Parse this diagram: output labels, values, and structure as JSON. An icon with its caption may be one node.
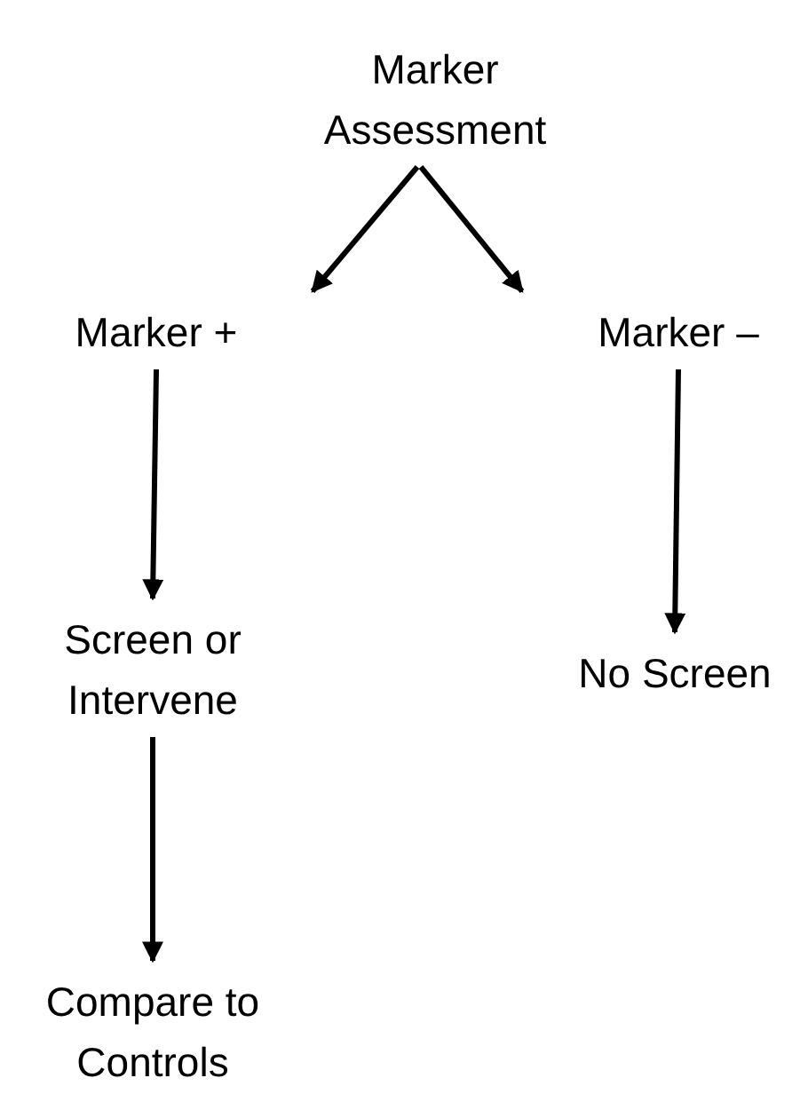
{
  "diagram": {
    "nodes": [
      {
        "text": [
          "Marker Assessment"
        ]
      },
      {
        "text": [
          "Marker +"
        ]
      },
      {
        "text": [
          "Marker –"
        ]
      },
      {
        "text": [
          "Screen or Intervene"
        ]
      },
      {
        "text": [
          "No Screen"
        ]
      },
      {
        "text": [
          "Compare to Controls"
        ]
      }
    ],
    "edges": [
      {
        "from": 0,
        "to": 1,
        "arrow": "to"
      },
      {
        "from": 0,
        "to": 2,
        "arrow": "to"
      },
      {
        "from": 1,
        "to": 3,
        "arrow": "to"
      },
      {
        "from": 2,
        "to": 4,
        "arrow": "to"
      },
      {
        "from": 3,
        "to": 5,
        "arrow": "to"
      }
    ]
  }
}
